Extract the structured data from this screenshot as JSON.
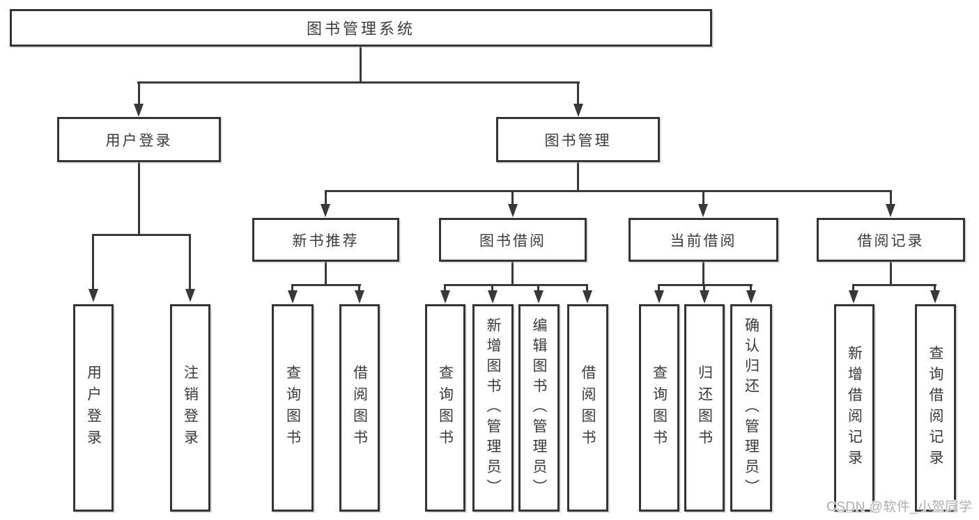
{
  "diagram": {
    "root": {
      "label": "图书管理系统"
    },
    "branches": {
      "user_login": {
        "label": "用户登录",
        "children": [
          {
            "label": "用户登录"
          },
          {
            "label": "注销登录"
          }
        ]
      },
      "book_management": {
        "label": "图书管理",
        "children": [
          {
            "label": "新书推荐",
            "children": [
              {
                "label": "查询图书"
              },
              {
                "label": "借阅图书"
              }
            ]
          },
          {
            "label": "图书借阅",
            "children": [
              {
                "label": "查询图书"
              },
              {
                "label": "新增图书（管理员）"
              },
              {
                "label": "编辑图书（管理员）"
              },
              {
                "label": "借阅图书"
              }
            ]
          },
          {
            "label": "当前借阅",
            "children": [
              {
                "label": "查询图书"
              },
              {
                "label": "归还图书"
              },
              {
                "label": "确认归还（管理员）"
              }
            ]
          },
          {
            "label": "借阅记录",
            "children": [
              {
                "label": "新增借阅记录"
              },
              {
                "label": "查询借阅记录"
              }
            ]
          }
        ]
      }
    }
  },
  "watermark": {
    "text": "CSDN @软件_小贺同学"
  },
  "colors": {
    "line": "#383838",
    "border": "#343434",
    "text": "#3a3a3a",
    "background": "#ffffff",
    "watermark": "#aeaeae"
  }
}
